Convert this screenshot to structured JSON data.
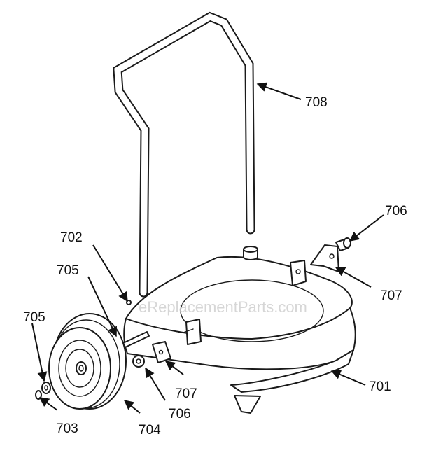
{
  "watermark": "eReplacementParts.com",
  "callouts": {
    "handle": "708",
    "base": "701",
    "hinge_right": "706",
    "bracket_right": "707",
    "bracket_left": "707",
    "screw_left": "706",
    "pin_cap": "702",
    "washer_inner": "705",
    "washer_outer": "705",
    "hubcap": "703",
    "wheel": "704"
  }
}
